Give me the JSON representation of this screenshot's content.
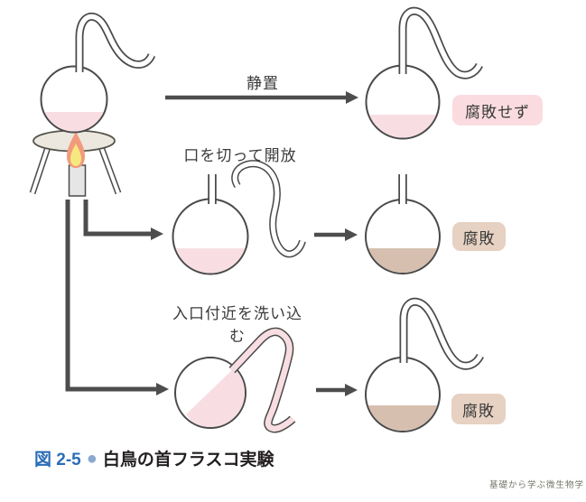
{
  "diagram": {
    "step_labels": {
      "settle": "静置",
      "open_neck": "口を切って開放",
      "wash_inlet": "入口付近を洗い込む"
    },
    "badges": {
      "no_putrefaction": "腐敗せず",
      "putrefaction_mid": "腐敗",
      "putrefaction_bottom": "腐敗"
    },
    "caption": {
      "figure_number": "図 2-5",
      "bullet": "●",
      "title": "白鳥の首フラスコ実験"
    },
    "watermark": "基礎から学ぶ微生物学",
    "colors": {
      "broth_pink": "#f8dee2",
      "broth_brown": "#d6bfaf",
      "badge_pink_bg": "#fadce0",
      "badge_tan_bg": "#e6d1c2",
      "flame_outer": "#f19b7c",
      "flame_inner": "#f6e87e",
      "stand_plate": "#ece8e0",
      "candle": "#e6e6e6",
      "outline": "#4a4a4a",
      "arrow": "#4d4d4d",
      "caption_blue": "#2a6db8",
      "caption_bullet": "#8ba9ce"
    }
  }
}
